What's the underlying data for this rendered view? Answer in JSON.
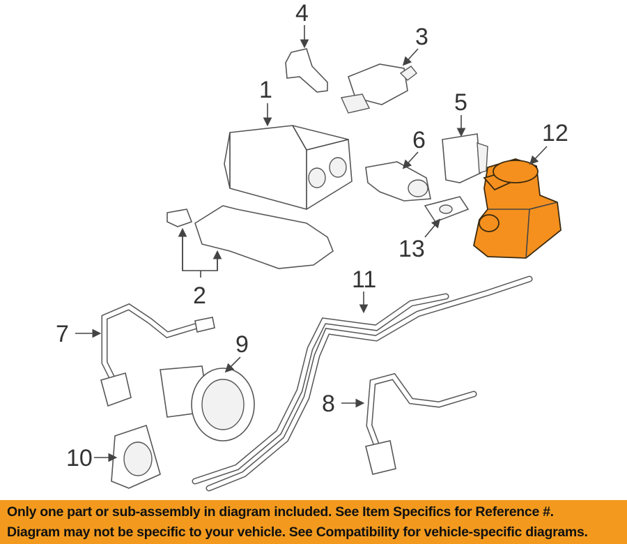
{
  "callouts": {
    "c1": "1",
    "c2": "2",
    "c3": "3",
    "c4": "4",
    "c5": "5",
    "c6": "6",
    "c7": "7",
    "c8": "8",
    "c9": "9",
    "c10": "10",
    "c11": "11",
    "c12": "12",
    "c13": "13"
  },
  "highlight_color": "#f5901e",
  "banner": {
    "line1": "Only one part or sub-assembly in diagram included. See Item Specifics for Reference #.",
    "line2": "Diagram may not be specific to your vehicle. See Compatibility for vehicle-specific diagrams.",
    "color": "#f39a1e"
  }
}
